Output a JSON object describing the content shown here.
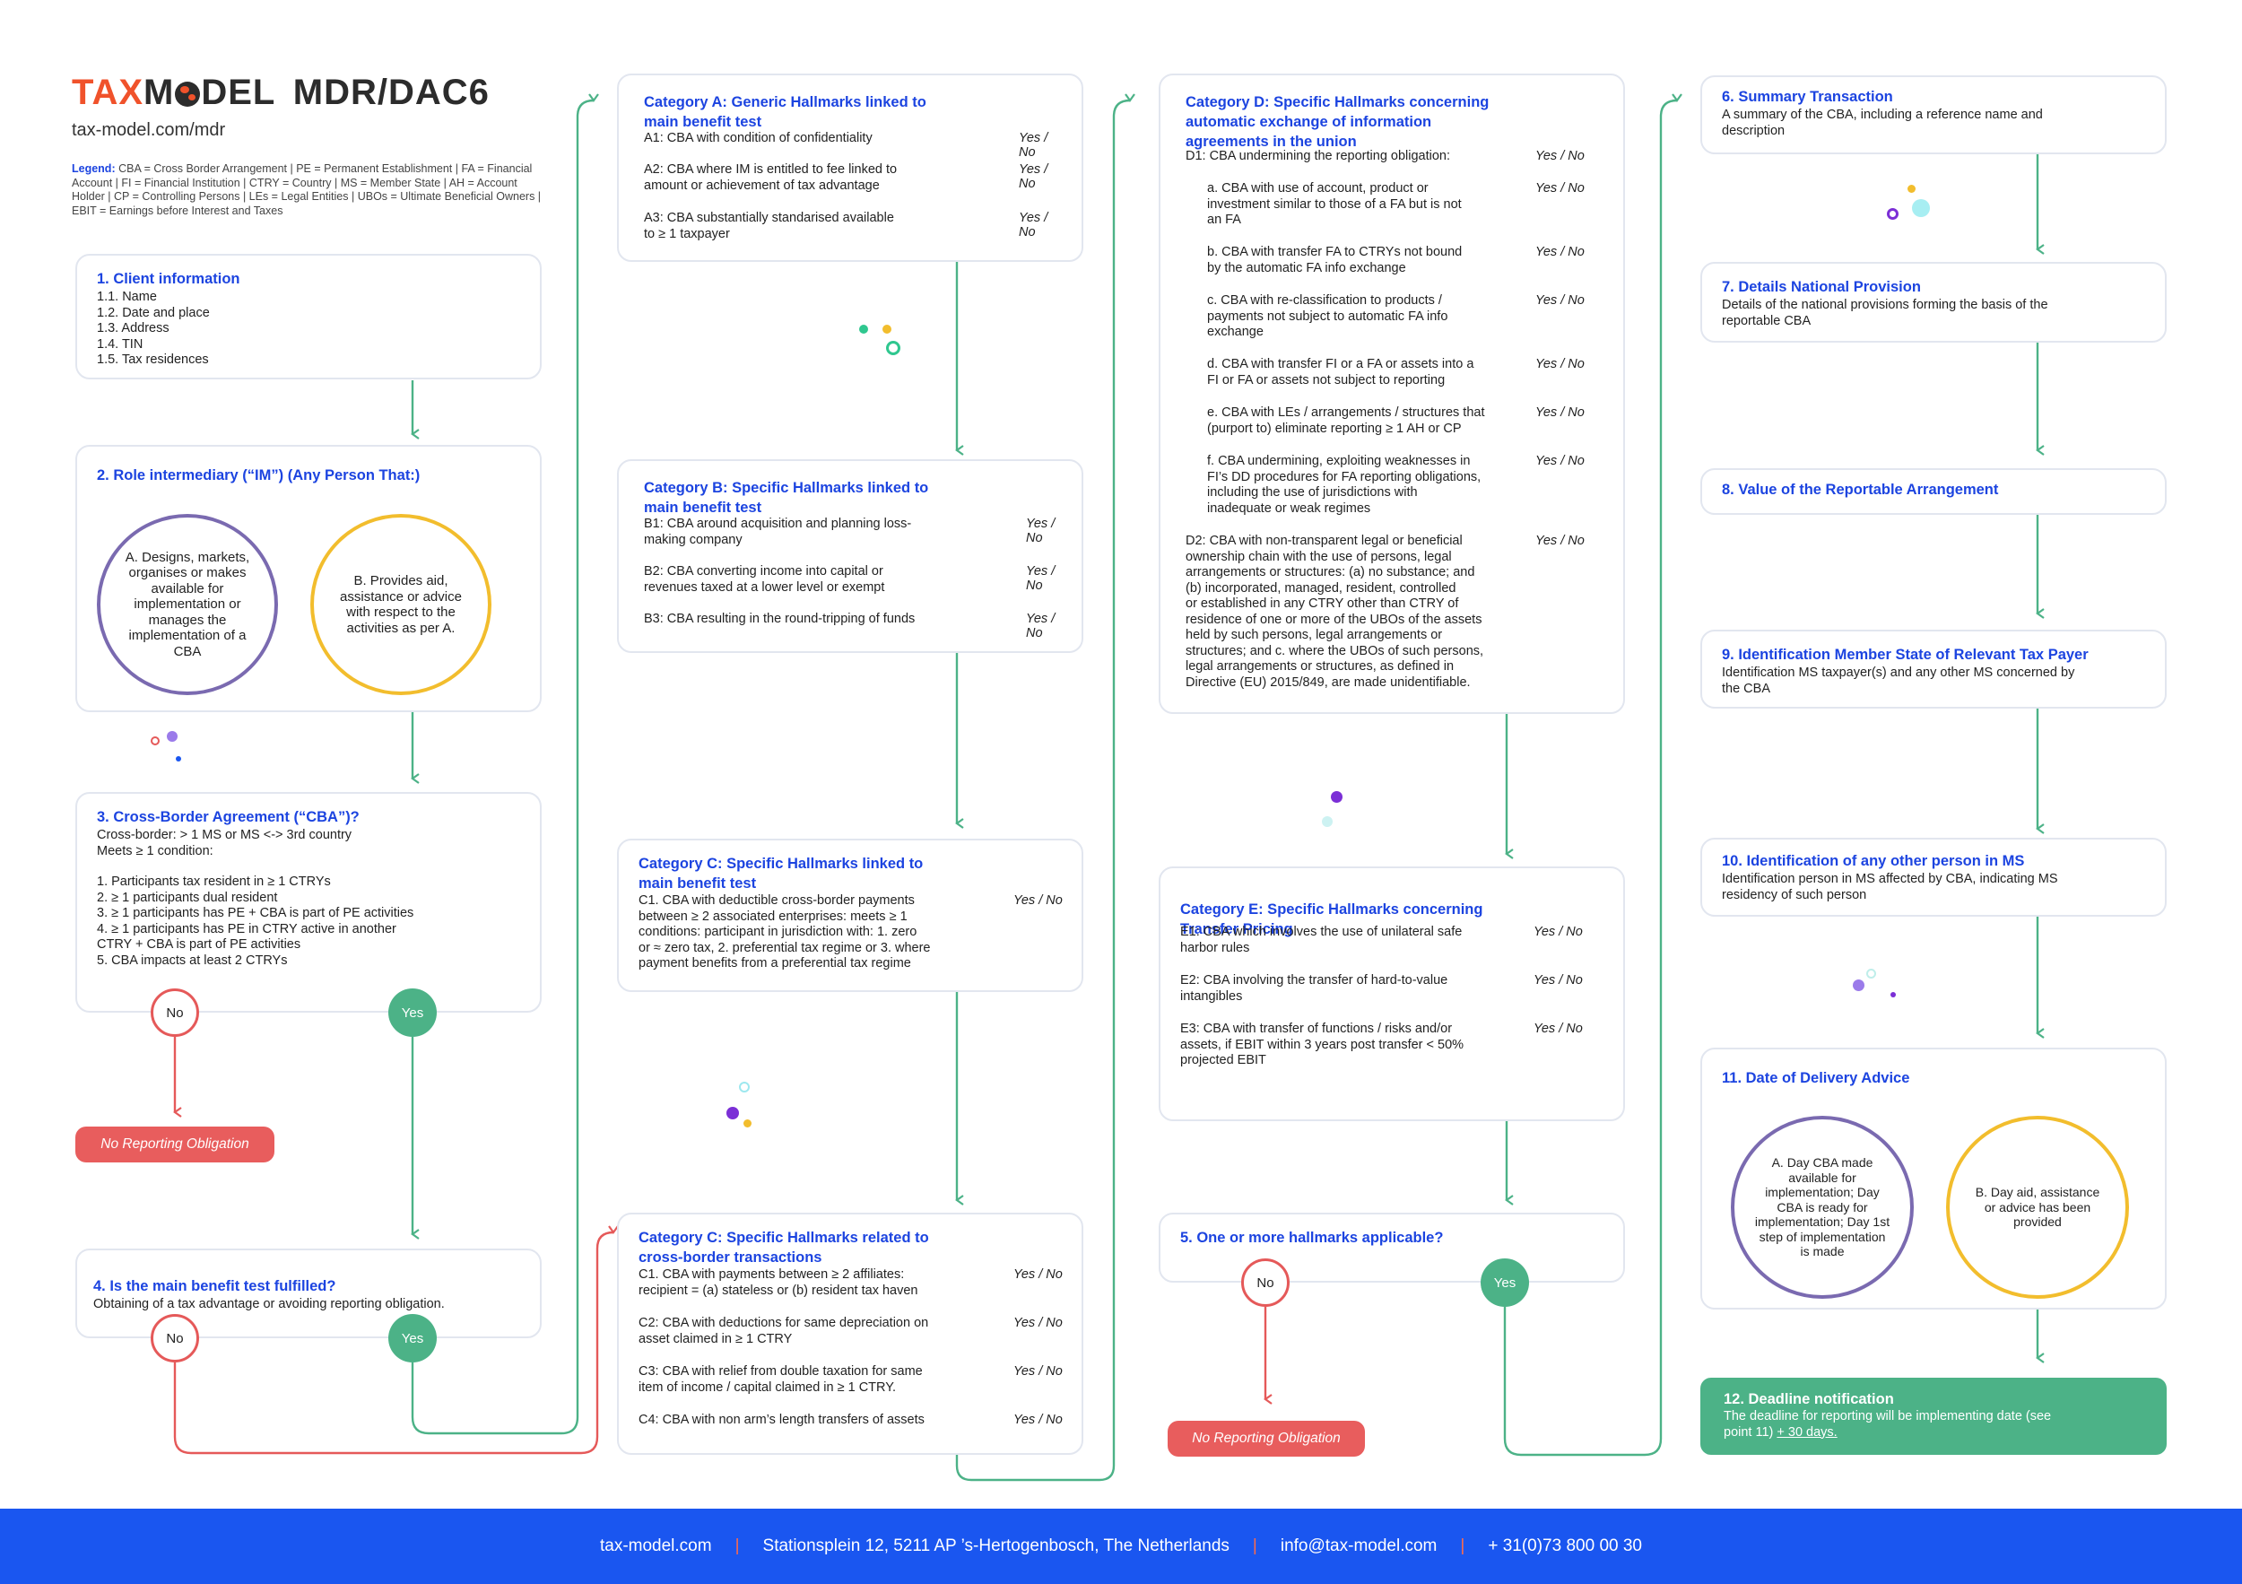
{
  "header": {
    "logo_tax": "TAX",
    "logo_m": "M",
    "logo_del": "DEL",
    "logo_suffix": "MDR/DAC6",
    "url": "tax-model.com/mdr",
    "legend_label": "Legend:",
    "legend_text": "CBA = Cross Border Arrangement | PE = Permanent Establishment | FA = Financial Account | FI = Financial Institution | CTRY = Country | MS = Member State | AH = Account Holder | CP = Controlling Persons | LEs = Legal Entities | UBOs = Ultimate Beneficial Owners | EBIT = Earnings before Interest and Taxes"
  },
  "yes_no": "Yes / No",
  "col1": {
    "client": {
      "title": "1. Client information",
      "lines": [
        "1.1. Name",
        "1.2. Date and place",
        "1.3. Address",
        "1.4. TIN",
        "1.5. Tax residences"
      ]
    },
    "role": {
      "title": "2. Role intermediary (“IM”) (Any Person That:)",
      "a": "A. Designs, markets, organises or makes available for implementation or manages the implementation of a CBA",
      "b": "B. Provides aid, assistance or advice with respect to the activities as per A."
    },
    "cba": {
      "title": "3. Cross-Border Agreement (“CBA”)?",
      "lines": [
        "Cross-border: > 1 MS or MS <-> 3rd country",
        "Meets ≥ 1 condition:",
        "",
        "1. Participants tax resident in ≥ 1 CTRYs",
        "2. ≥ 1 participants dual resident",
        "3. ≥ 1 participants has PE + CBA is part of PE activities",
        "4. ≥ 1 participants has PE in CTRY active in another",
        "CTRY + CBA is part of PE activities",
        "5. CBA impacts at least 2 CTRYs"
      ]
    },
    "benefit": {
      "title": "4. Is the main benefit test fulfilled?",
      "lines": [
        "Obtaining of a tax advantage or avoiding reporting obligation."
      ]
    },
    "no_label": "No",
    "yes_label": "Yes",
    "no_reporting": "No Reporting Obligation"
  },
  "col2": {
    "catA": {
      "title": [
        "Category A: Generic Hallmarks linked to",
        "main benefit test"
      ],
      "items": [
        {
          "lines": [
            "A1: CBA with condition of confidentiality"
          ]
        },
        {
          "lines": [
            "A2: CBA where IM is entitled to fee linked to",
            "amount or achievement of tax advantage"
          ]
        },
        {
          "lines": [
            "A3: CBA substantially standarised available",
            "to ≥ 1 taxpayer"
          ]
        }
      ]
    },
    "catB": {
      "title": [
        "Category B: Specific Hallmarks linked to",
        "main benefit test"
      ],
      "items": [
        {
          "lines": [
            "B1: CBA around acquisition and planning loss-",
            "making company"
          ]
        },
        {
          "lines": [
            "B2: CBA converting income into capital or",
            "revenues taxed at a lower level or exempt"
          ]
        },
        {
          "lines": [
            "B3: CBA resulting in the round-tripping of funds"
          ]
        }
      ]
    },
    "catC1": {
      "title": [
        "Category C: Specific Hallmarks linked to",
        "main benefit test"
      ],
      "items": [
        {
          "lines": [
            "C1. CBA with deductible cross-border payments",
            "between ≥ 2 associated enterprises: meets ≥ 1",
            "conditions:  participant in jurisdiction with: 1. zero",
            "or ≈ zero tax, 2. preferential tax regime or 3. where",
            "payment benefits from a preferential tax regime"
          ]
        }
      ]
    },
    "catC2": {
      "title": [
        "Category C: Specific Hallmarks related to",
        "cross-border transactions"
      ],
      "items": [
        {
          "lines": [
            "C1. CBA with payments between ≥ 2 affiliates:",
            "recipient = (a) stateless or (b) resident tax haven"
          ]
        },
        {
          "lines": [
            "C2: CBA with deductions for same depreciation on",
            "asset claimed in ≥ 1 CTRY"
          ]
        },
        {
          "lines": [
            "C3: CBA with relief from double taxation for same",
            "item of income / capital claimed in ≥ 1 CTRY."
          ]
        },
        {
          "lines": [
            "C4: CBA with non arm’s length transfers of assets"
          ]
        }
      ]
    }
  },
  "col3": {
    "catD": {
      "title": [
        "Category D: Specific Hallmarks concerning",
        "automatic exchange of information",
        "agreements in the union"
      ],
      "d1": "D1: CBA undermining the reporting obligation:",
      "subitems": [
        {
          "lines": [
            "a. CBA with use of account, product or",
            "investment similar to those of a FA but is not",
            "an FA"
          ]
        },
        {
          "lines": [
            "b. CBA with transfer FA to CTRYs not bound",
            "by the automatic FA info exchange"
          ]
        },
        {
          "lines": [
            "c. CBA with re-classification to products /",
            "payments not subject to automatic FA info",
            "exchange"
          ]
        },
        {
          "lines": [
            "d. CBA with transfer FI or a FA or assets into a",
            "FI or FA or assets not subject to reporting"
          ]
        },
        {
          "lines": [
            "e. CBA with LEs / arrangements / structures that",
            "(purport to) eliminate reporting ≥ 1 AH or CP"
          ]
        },
        {
          "lines": [
            "f. CBA undermining, exploiting weaknesses in",
            "FI’s DD procedures for FA reporting obligations,",
            "including the use of jurisdictions with",
            "inadequate or weak regimes"
          ]
        }
      ],
      "d2": [
        "D2: CBA with non-transparent legal or beneficial",
        "ownership chain with the use of persons, legal",
        "arrangements or structures: (a) no substance; and",
        "(b) incorporated, managed, resident, controlled",
        "or established in any CTRY other than CTRY of",
        "residence of one or more of the UBOs of the assets",
        "held by such persons, legal arrangements or",
        "structures; and c. where the UBOs of such persons,",
        "legal arrangements or structures, as defined in",
        "Directive (EU) 2015/849, are made unidentifiable."
      ]
    },
    "catE": {
      "title": [
        "Category E: Specific Hallmarks concerning",
        "Transfer Pricing"
      ],
      "items": [
        {
          "lines": [
            "E1: CBA which involves the use of unilateral safe",
            "harbor rules"
          ]
        },
        {
          "lines": [
            "E2: CBA involving the transfer of hard-to-value",
            "intangibles"
          ]
        },
        {
          "lines": [
            "E3: CBA with transfer of functions / risks and/or",
            "assets, if EBIT within 3 years post transfer < 50%",
            "projected EBIT"
          ]
        }
      ]
    },
    "hallmarks": {
      "title": "5. One or more hallmarks applicable?"
    },
    "no_label": "No",
    "yes_label": "Yes",
    "no_reporting": "No Reporting Obligation"
  },
  "col4": {
    "s6": {
      "title": "6. Summary Transaction",
      "lines": [
        "A summary of the CBA, including a reference name and",
        "description"
      ]
    },
    "s7": {
      "title": "7. Details National Provision",
      "lines": [
        "Details of the national provisions forming the basis of the",
        "reportable CBA"
      ]
    },
    "s8": {
      "title": "8. Value of the Reportable Arrangement"
    },
    "s9": {
      "title": "9. Identification Member State of Relevant Tax Payer",
      "lines": [
        "Identification MS taxpayer(s) and any other MS concerned by",
        "the CBA"
      ]
    },
    "s10": {
      "title": "10. Identification of any other person in MS",
      "lines": [
        "Identification person in MS affected by CBA, indicating MS",
        "residency of such person"
      ]
    },
    "s11": {
      "title": "11. Date of Delivery Advice",
      "a": "A. Day CBA made available for implementation; Day CBA is ready for implementation; Day 1st step of implementation is made",
      "b": "B. Day aid, assistance or advice has been provided"
    },
    "s12": {
      "title": "12. Deadline notification",
      "line1": "The deadline for reporting will be implementing date (see",
      "line2_pre": "point 11) ",
      "line2_link": "+ 30 days."
    }
  },
  "footer": {
    "website": "tax-model.com",
    "address": "Stationsplein 12, 5211 AP ’s-Hertogenbosch, The Netherlands",
    "email": "info@tax-model.com",
    "phone": "+ 31(0)73 800 00 30",
    "separator": "|"
  },
  "colors": {
    "title_blue": "#1c44e0",
    "arrow_green": "#4cb287",
    "no_red": "#e55959",
    "circle_purple": "#7a6ab0",
    "circle_yellow": "#f2bd2d",
    "footer_blue": "#1a56f0",
    "logo_orange": "#f0522b",
    "logo_dark": "#2c2c2c"
  }
}
